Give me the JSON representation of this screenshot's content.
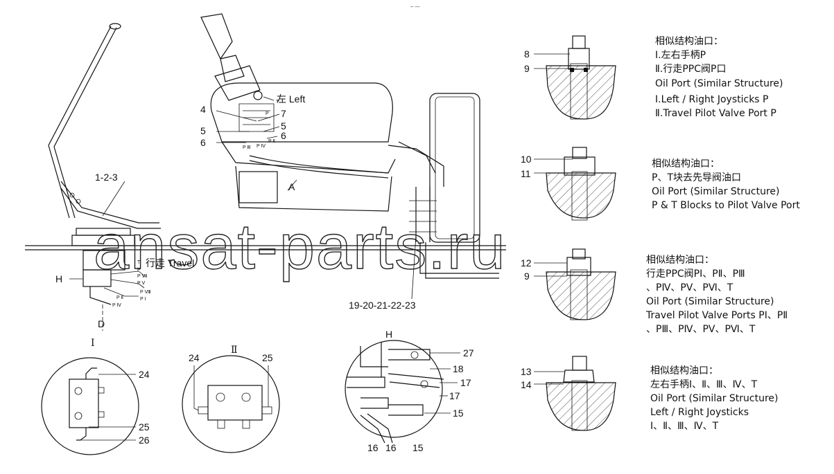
{
  "header_mark": "-- ---",
  "watermark": "ansat-parts.ru",
  "main_view": {
    "left_label": "左 Left",
    "travel_label": "行走 Travel",
    "arrow_a": "A",
    "view_h": "H",
    "view_d": "D",
    "callouts": {
      "c4": "4",
      "c5a": "5",
      "c6a": "6",
      "c7": "7",
      "c5b": "5",
      "c6b": "6",
      "c123": "1-2-3",
      "c1923": "19-20-21-22-23"
    },
    "port_marks": {
      "t1": "T",
      "p1": "P",
      "p2": "P Ⅱ",
      "p3": "P Ⅲ",
      "p4": "P Ⅳ",
      "t2": "T",
      "p5": "P",
      "p7": "P Ⅶ",
      "p8": "P Ⅴ",
      "p9": "P Ⅷ",
      "p10": "P Ⅰ",
      "p11": "P Ⅱ",
      "p12": "P Ⅳ"
    }
  },
  "detail_i": {
    "title": "Ⅰ",
    "c24": "24",
    "c25": "25",
    "c26": "26"
  },
  "detail_ii": {
    "title": "Ⅱ",
    "c24": "24",
    "c25": "25"
  },
  "detail_h": {
    "title": "H",
    "c27": "27",
    "c18": "18",
    "c17a": "17",
    "c17b": "17",
    "c15a": "15",
    "c16a": "16",
    "c16b": "16",
    "c15b": "15"
  },
  "fittings": [
    {
      "num_top": "8",
      "num_bottom": "9",
      "lines": [
        "相似结构油口：",
        "Ⅰ.左右手柄P",
        "Ⅱ.行走PPC阀P口",
        "Oil Port (Similar Structure)",
        "Ⅰ.Left / Right Joysticks P",
        "Ⅱ.Travel Pilot Valve Port P"
      ]
    },
    {
      "num_top": "10",
      "num_bottom": "11",
      "lines": [
        "相似结构油口：",
        "P、T块去先导阀油口",
        "Oil Port (Similar Structure)",
        "P & T Blocks to Pilot Valve Port"
      ]
    },
    {
      "num_top": "12",
      "num_bottom": "9",
      "lines": [
        "相似结构油口：",
        "行走PPC阀PⅠ、PⅡ、PⅢ",
        "、PⅣ、PⅤ、PⅥ、T",
        "Oil Port (Similar Structure)",
        "Travel Pilot Valve Ports PⅠ、PⅡ",
        "、PⅢ、PⅣ、PⅤ、PⅥ、T"
      ]
    },
    {
      "num_top": "13",
      "num_bottom": "14",
      "lines": [
        "相似结构油口：",
        "左右手柄Ⅰ、Ⅱ、Ⅲ、Ⅳ、T",
        "Oil Port (Similar Structure)",
        "Left / Right Joysticks",
        "Ⅰ、Ⅱ、Ⅲ、Ⅳ、T"
      ]
    }
  ]
}
